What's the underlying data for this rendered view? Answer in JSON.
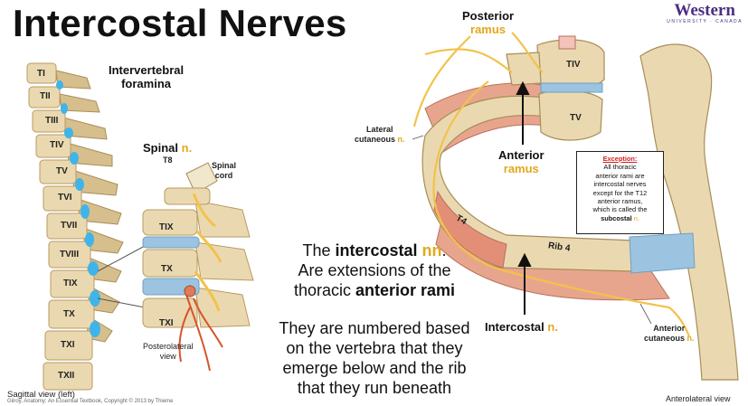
{
  "title": "Intercostal Nerves",
  "logo": {
    "name": "Western",
    "sub": "UNIVERSITY · CANADA"
  },
  "left_panel": {
    "intervertebral": [
      "Intervertebral",
      "foramina"
    ],
    "vertebrae": [
      "TI",
      "TII",
      "TIII",
      "TIV",
      "TV",
      "TVI",
      "TVII",
      "TVIII",
      "TIX",
      "TX",
      "TXI",
      "TXII"
    ],
    "spinal_n": "Spinal",
    "spinal_n_suffix": "n.",
    "t8": "T8",
    "spinal_cord": [
      "Spinal",
      "cord"
    ],
    "inset_vertebrae": [
      "TIX",
      "TX",
      "TXI"
    ],
    "posterolateral": [
      "Posterolateral",
      "view"
    ],
    "sagittal": "Sagittal view (left)",
    "credit": "Gilroy, Anatomy: An Essential Textbook, Copyright © 2013 by Thieme"
  },
  "center": {
    "line1_pre": "The ",
    "line1_bold": "intercostal",
    "line1_nn": "nn",
    "line1_end": ".",
    "line2": "Are extensions of the",
    "line3_pre": "thoracic ",
    "line3_bold": "anterior rami",
    "para": [
      "They are numbered based",
      "on the vertebra that they",
      "emerge below and the rib",
      "that they run beneath"
    ]
  },
  "right_panel": {
    "posterior": "Posterior",
    "ramus": "ramus",
    "tiv": "TIV",
    "tv": "TV",
    "lateral": [
      "Lateral",
      "cutaneous"
    ],
    "lateral_n": "n.",
    "anterior": "Anterior",
    "anterior_ramus": "ramus",
    "t4": "T4",
    "rib4": "Rib 4",
    "intercostal": "Intercostal",
    "intercostal_n": "n.",
    "anterior_cut": [
      "Anterior",
      "cutaneous"
    ],
    "anterior_cut_n": "n.",
    "anterolateral": "Anterolateral view",
    "exception": {
      "heading": "Exception:",
      "lines": [
        "All thoracic",
        "anterior rami are",
        "intercostal nerves",
        "except for the T12",
        "anterior ramus,",
        "which is called the"
      ],
      "last_bold": "subcostal",
      "last_n": "n."
    }
  },
  "colors": {
    "bone": "#ead9b0",
    "bone_dark": "#c9b07c",
    "muscle": "#e8a58e",
    "nerve": "#f2c24a",
    "disc": "#9cc4e0",
    "foramen": "#3fb4ea",
    "logo": "#4b2e83",
    "exception_red": "#d21f1f"
  }
}
